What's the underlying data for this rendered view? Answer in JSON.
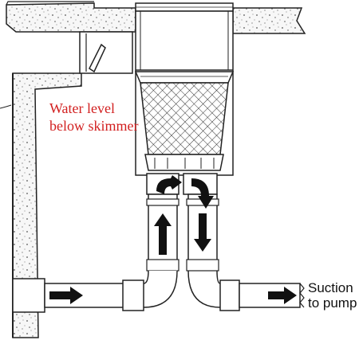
{
  "labels": {
    "water_level_line1": "Water level",
    "water_level_line2": "below skimmer",
    "suction_line1": "Suction",
    "suction_line2": "to pump"
  },
  "colors": {
    "outline": "#222222",
    "concrete_fill": "#f4f4f4",
    "annotation_red": "#d21f1f",
    "arrow_fill": "#111111"
  },
  "flow_arrows": [
    {
      "name": "inlet-flow-arrow",
      "direction": "right"
    },
    {
      "name": "riser-up-arrow",
      "direction": "up"
    },
    {
      "name": "riser-down-arrow",
      "direction": "down"
    },
    {
      "name": "outlet-flow-arrow",
      "direction": "right"
    },
    {
      "name": "top-curve-arrow",
      "direction": "curve-right"
    },
    {
      "name": "top-curve-down-arrow",
      "direction": "curve-down"
    }
  ]
}
